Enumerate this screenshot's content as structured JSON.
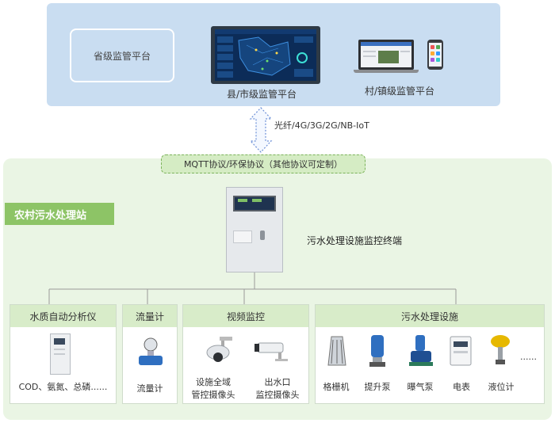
{
  "top": {
    "provincial": "省级监管平台",
    "county": "县/市级监管平台",
    "village": "村/镇级监管平台"
  },
  "link": {
    "media": "光纤/4G/3G/2G/NB-IoT"
  },
  "protocol": "MQTT协议/环保协议（其他协议可定制）",
  "station": {
    "label": "农村污水处理站",
    "terminal": "污水处理设施监控终端"
  },
  "groups": {
    "water_quality": {
      "title": "水质自动分析仪",
      "item": "COD、氨氮、总磷......"
    },
    "flow": {
      "title": "流量计",
      "item": "流量计"
    },
    "video": {
      "title": "视频监控",
      "cam1": [
        "设施全域",
        "管控摄像头"
      ],
      "cam2": [
        "出水口",
        "监控摄像头"
      ]
    },
    "facility": {
      "title": "污水处理设施",
      "items": [
        "格栅机",
        "提升泵",
        "曝气泵",
        "电表",
        "液位计"
      ],
      "more": "......"
    }
  },
  "colors": {
    "top_panel": "#c9ddf1",
    "bottom_panel": "#eaf5e4",
    "station_tag": "#8dc466",
    "arrow": "#6b8fd6"
  }
}
